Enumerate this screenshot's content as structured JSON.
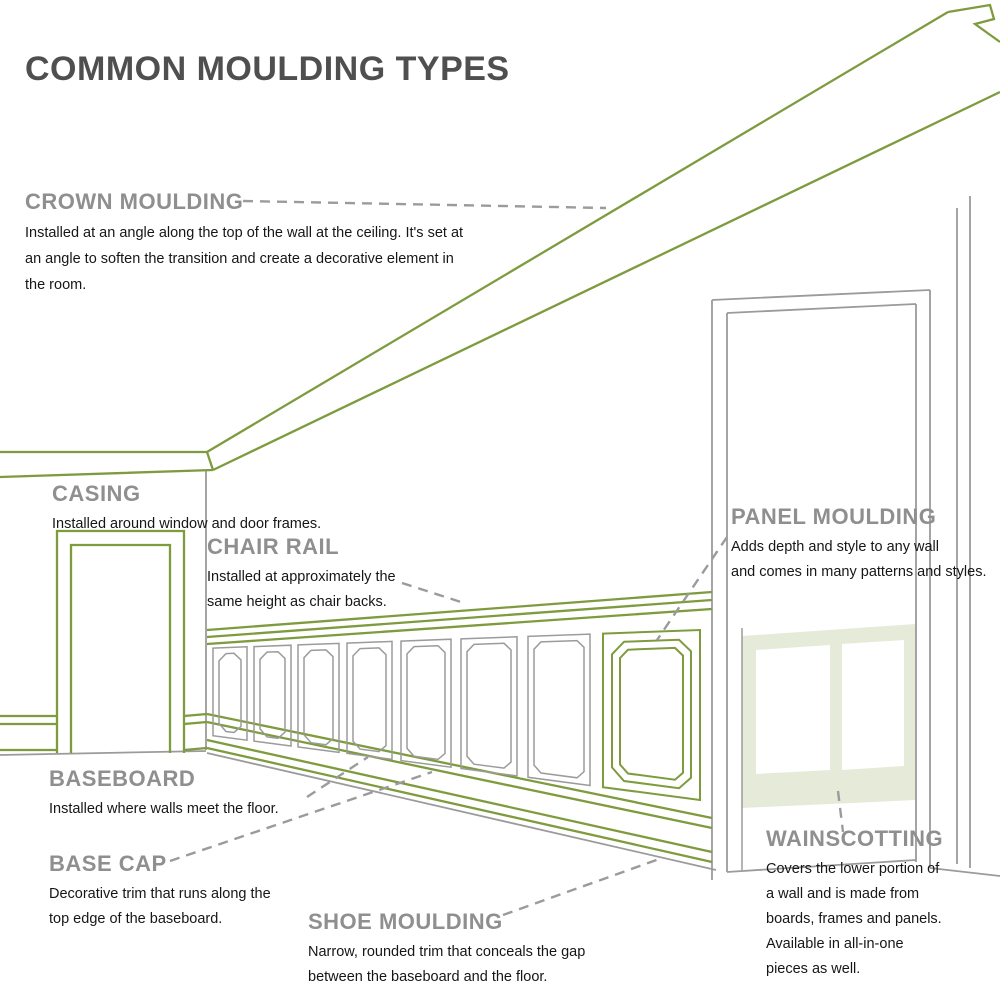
{
  "title": "COMMON MOULDING TYPES",
  "colors": {
    "accent_green": "#7e9b3e",
    "wainscot_fill": "#e6ead9",
    "line_gray": "#9b9b9b",
    "label_gray": "#8f8f8f",
    "title_color": "#4f4f4f",
    "body_color": "#161616"
  },
  "labels": {
    "crown": {
      "name": "CROWN MOULDING",
      "lines": [
        "Installed at an angle along the top of the wall at the ceiling.  It's set at",
        "an angle to soften the transition and create a decorative element in",
        "the room."
      ]
    },
    "casing": {
      "name": "CASING",
      "lines": [
        "Installed around window and door frames."
      ]
    },
    "chair_rail": {
      "name": "CHAIR RAIL",
      "lines": [
        "Installed at approximately the",
        "same height as chair backs."
      ]
    },
    "panel": {
      "name": "PANEL MOULDING",
      "lines": [
        "Adds depth and style to any wall",
        "and comes in many patterns and styles."
      ]
    },
    "baseboard": {
      "name": "BASEBOARD",
      "lines": [
        "Installed where walls meet the floor."
      ]
    },
    "base_cap": {
      "name": "BASE CAP",
      "lines": [
        "Decorative trim that runs along the",
        "top edge of the baseboard."
      ]
    },
    "shoe": {
      "name": "SHOE MOULDING",
      "lines": [
        "Narrow, rounded trim that conceals the gap",
        "between the baseboard and the floor."
      ]
    },
    "wainscot": {
      "name": "WAINSCOTTING",
      "lines": [
        "Covers the lower portion of",
        "a wall and is made from",
        "boards, frames and panels.",
        "Available in all-in-one",
        "pieces as well."
      ]
    }
  }
}
